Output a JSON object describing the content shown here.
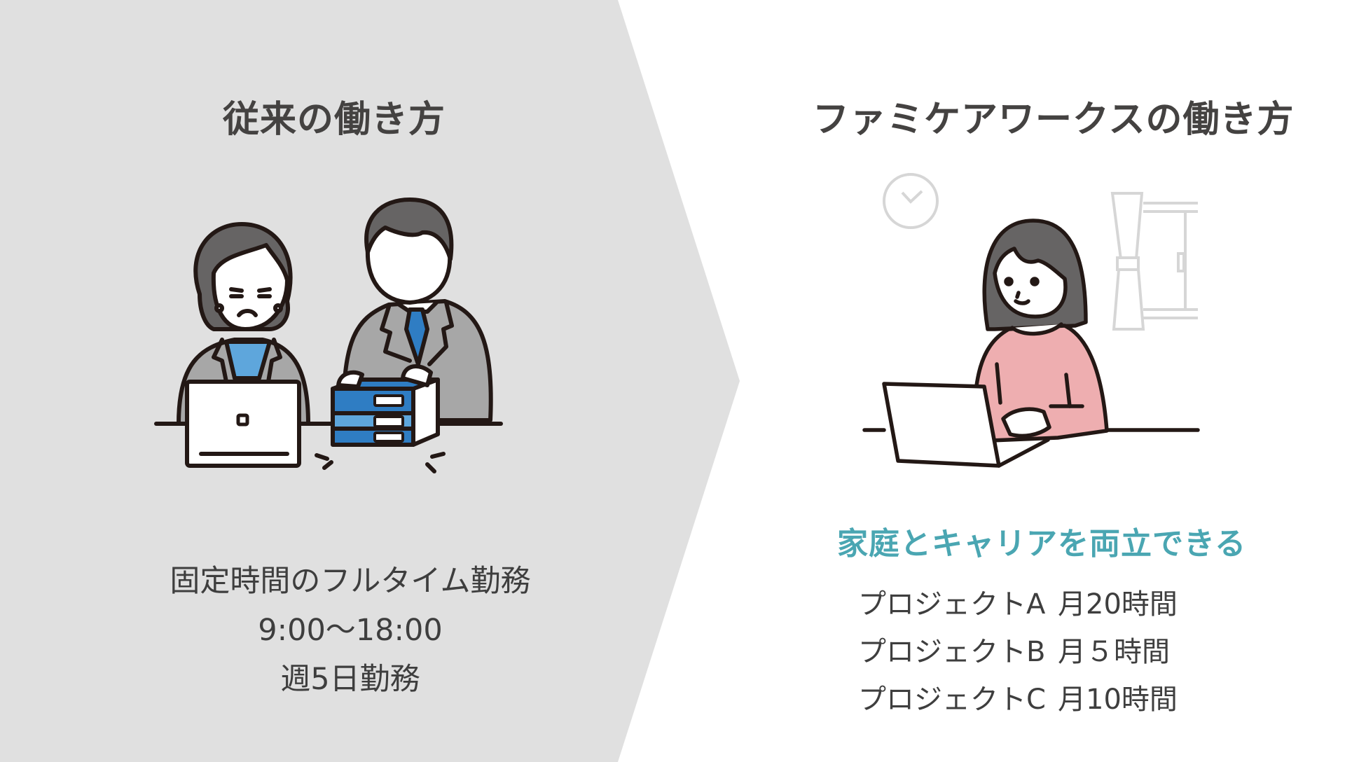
{
  "colors": {
    "left_panel_bg": "#e0e0e0",
    "right_panel_bg": "#ffffff",
    "title_text": "#444241",
    "body_text": "#3e3e3e",
    "accent_teal": "#4aa6b2",
    "binder_blue": "#2f7dc3",
    "binder_light_blue": "#5ea6dc",
    "suit_grey": "#a7a7a7",
    "hair_grey": "#666464",
    "sweater_pink": "#eeaeb0"
  },
  "left": {
    "title": "従来の働き方",
    "illustration": "office-workers-with-binders",
    "description": [
      "固定時間のフルタイム勤務",
      "9:00～18:00",
      "週5日勤務"
    ]
  },
  "right": {
    "title": "ファミケアワークスの働き方",
    "illustration": "woman-working-from-home",
    "tagline": "家庭とキャリアを両立できる",
    "projects": [
      {
        "name": "プロジェクトA",
        "hours": "月20時間"
      },
      {
        "name": "プロジェクトB",
        "hours": "月５時間"
      },
      {
        "name": "プロジェクトC",
        "hours": "月10時間"
      }
    ]
  }
}
